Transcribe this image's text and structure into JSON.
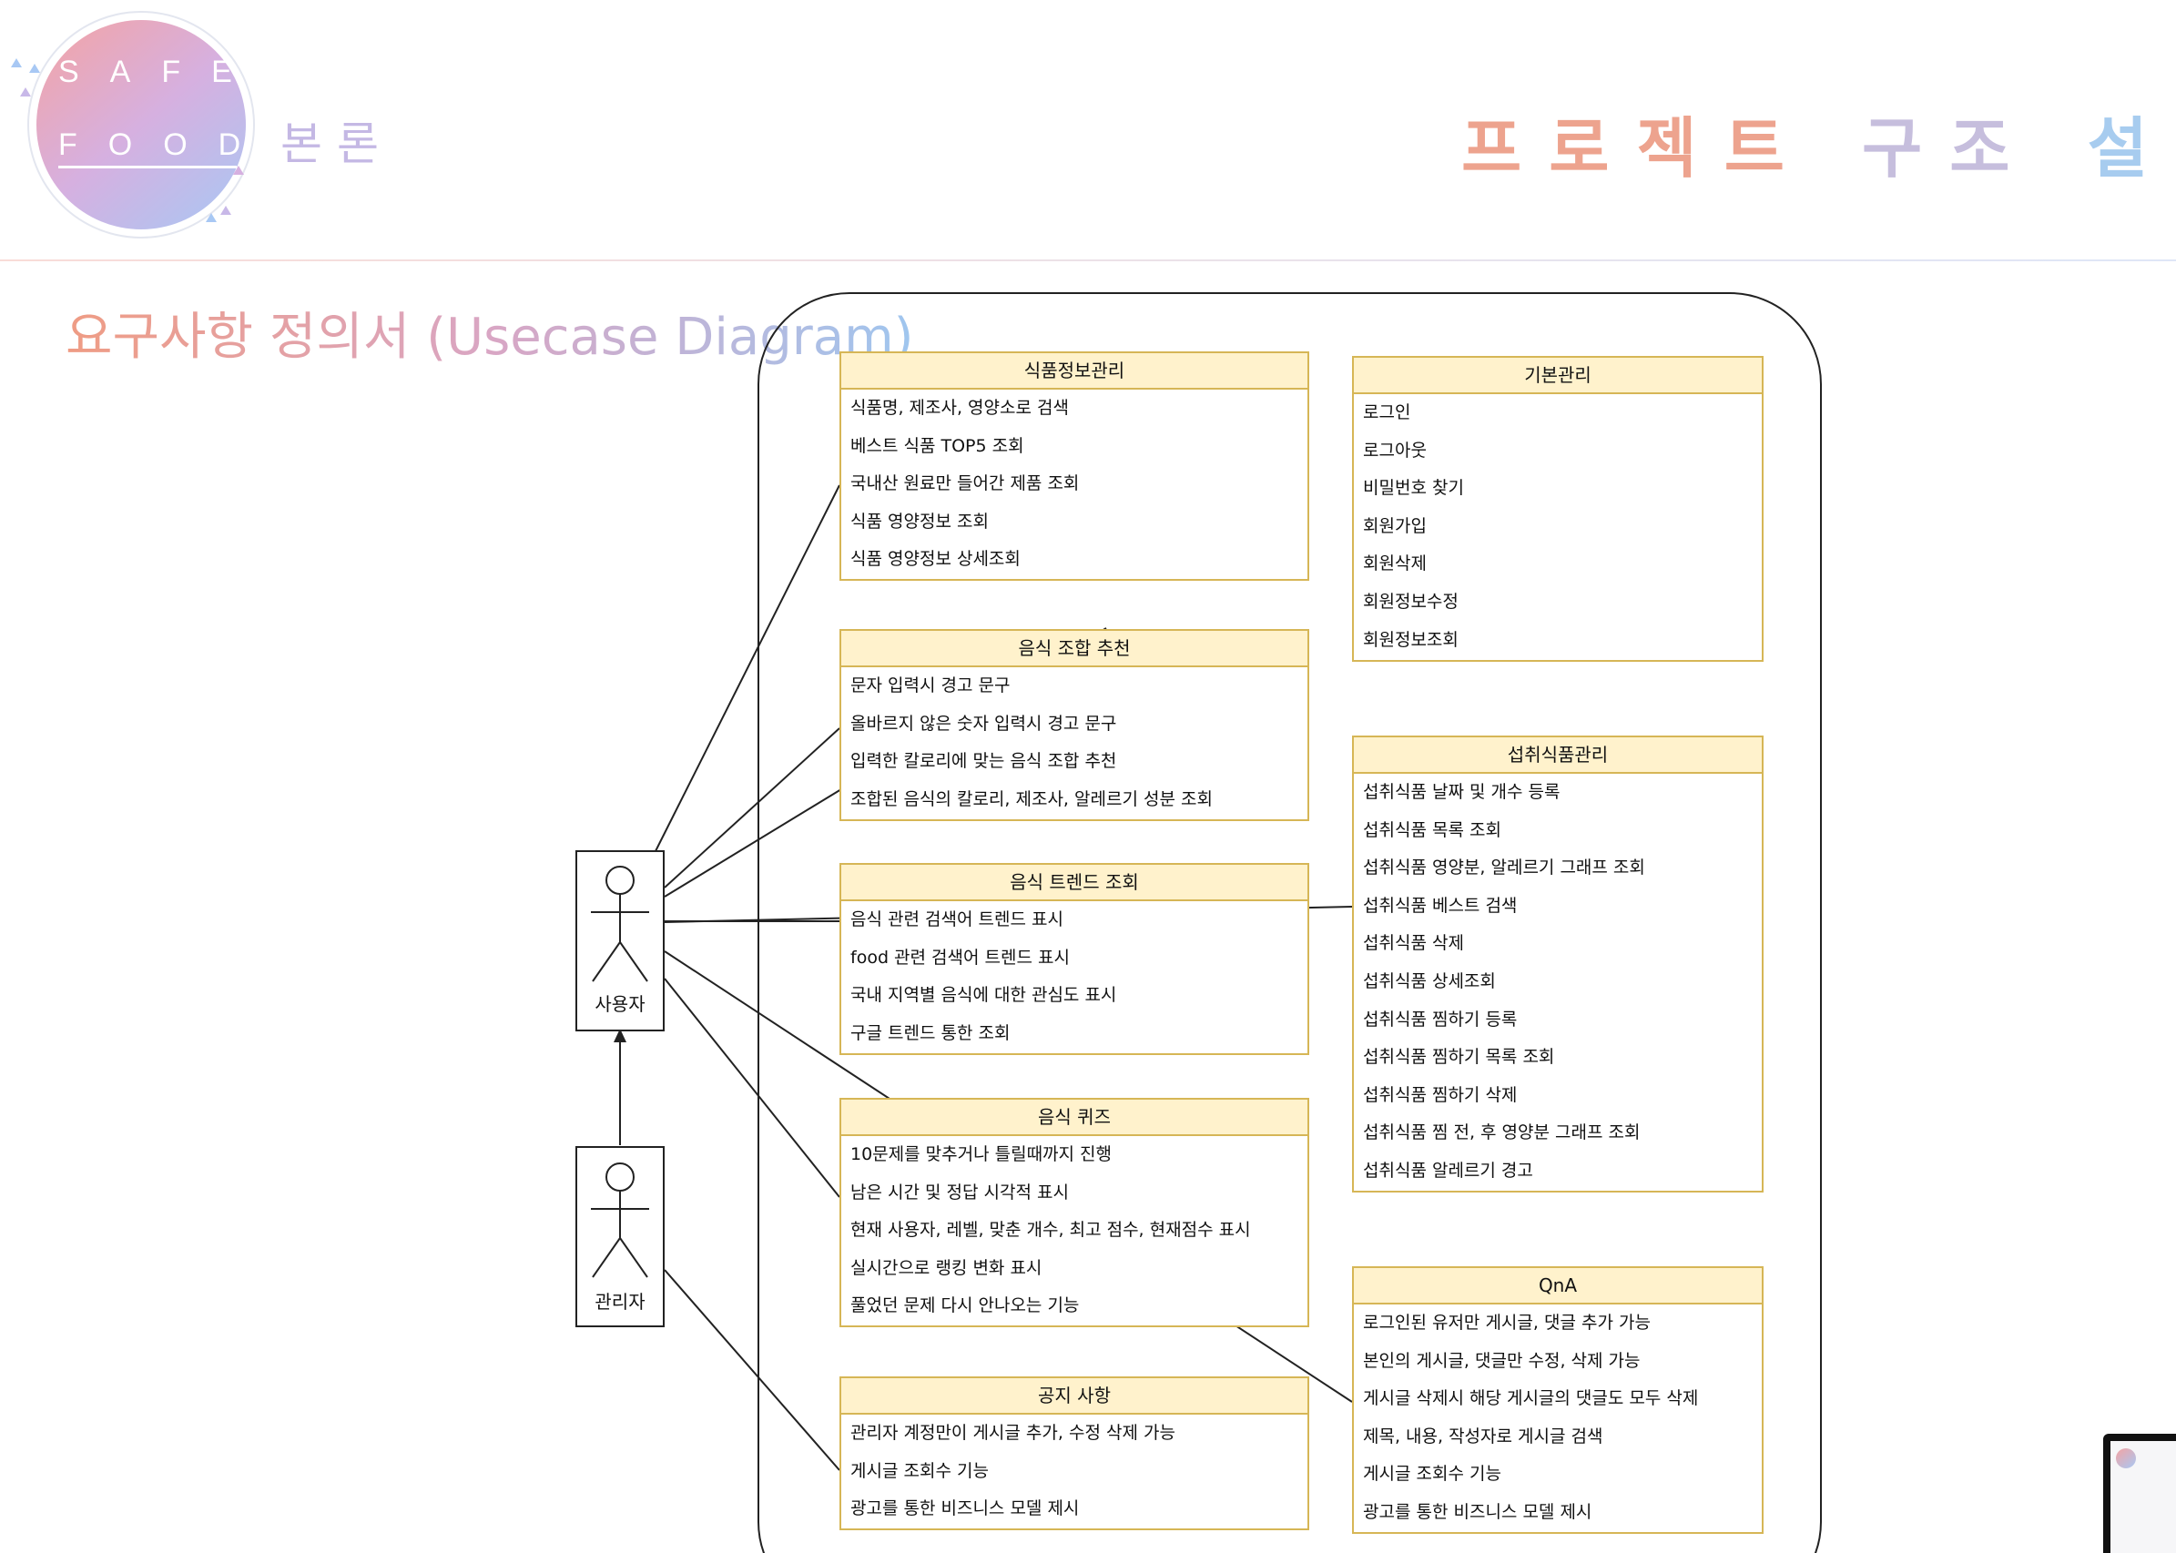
{
  "header": {
    "logo_line1": "SAFE",
    "logo_line2": "FOOD",
    "section": "본론",
    "title_part1": "프로젝트",
    "title_part2": "구조",
    "title_part3": "설계"
  },
  "subtitle": "요구사항 정의서 (Usecase Diagram)",
  "colors": {
    "package_border": "#d6b656",
    "package_header_fill": "#fff2cc",
    "title_coral": "#eda38e",
    "title_lavender": "#c6bedd",
    "title_blue": "#a7ccef"
  },
  "actors": [
    {
      "id": "user",
      "label": "사용자"
    },
    {
      "id": "admin",
      "label": "관리자"
    }
  ],
  "packages": [
    {
      "id": "food-info",
      "title": "식품정보관리",
      "items": [
        "식품명, 제조사, 영양소로 검색",
        "베스트 식품 TOP5 조회",
        "국내산 원료만 들어간 제품 조회",
        "식품 영양정보 조회",
        "식품 영양정보 상세조회"
      ]
    },
    {
      "id": "basic",
      "title": "기본관리",
      "items": [
        "로그인",
        "로그아웃",
        "비밀번호 찾기",
        "회원가입",
        "회원삭제",
        "회원정보수정",
        "회원정보조회"
      ]
    },
    {
      "id": "combo",
      "title": "음식 조합 추천",
      "items": [
        "문자 입력시 경고 문구",
        "올바르지 않은 숫자 입력시 경고 문구",
        "입력한 칼로리에 맞는 음식 조합 추천",
        "조합된 음식의 칼로리, 제조사, 알레르기 성분 조회"
      ]
    },
    {
      "id": "intake",
      "title": "섭취식품관리",
      "items": [
        "섭취식품 날짜 및 개수 등록",
        "섭취식품 목록 조회",
        "섭취식품  영양분, 알레르기 그래프 조회",
        "섭취식품  베스트 검색",
        "섭취식품  삭제",
        "섭취식품  상세조회",
        "섭취식품  찜하기 등록",
        "섭취식품  찜하기 목록 조회",
        "섭취식품  찜하기 삭제",
        "섭취식품  찜 전, 후 영양분 그래프 조회",
        "섭취식품 알레르기 경고"
      ]
    },
    {
      "id": "trend",
      "title": "음식 트렌드 조회",
      "items": [
        "음식 관련 검색어 트렌드 표시",
        "food 관련 검색어 트렌드 표시",
        "국내 지역별 음식에 대한 관심도 표시",
        "구글 트렌드 통한 조회"
      ]
    },
    {
      "id": "quiz",
      "title": "음식 퀴즈",
      "items": [
        "10문제를 맞추거나 틀릴때까지 진행",
        "남은 시간 및 정답 시각적 표시",
        "현재 사용자, 레벨, 맞춘 개수, 최고 점수, 현재점수 표시",
        "실시간으로 랭킹 변화 표시",
        "풀었던 문제 다시 안나오는 기능"
      ]
    },
    {
      "id": "qna",
      "title": "QnA",
      "items": [
        "로그인된 유저만 게시글, 댓글 추가 가능",
        "본인의 게시글, 댓글만 수정, 삭제 가능",
        "게시글 삭제시 해당 게시글의 댓글도 모두 삭제",
        "제목, 내용, 작성자로 게시글 검색",
        "게시글 조회수 기능",
        "광고를 통한 비즈니스 모델 제시"
      ]
    },
    {
      "id": "notice",
      "title": "공지 사항",
      "items": [
        "관리자 계정만이 게시글 추가, 수정 삭제 가능",
        "게시글 조회수 기능",
        "광고를 통한 비즈니스 모델 제시"
      ]
    }
  ]
}
